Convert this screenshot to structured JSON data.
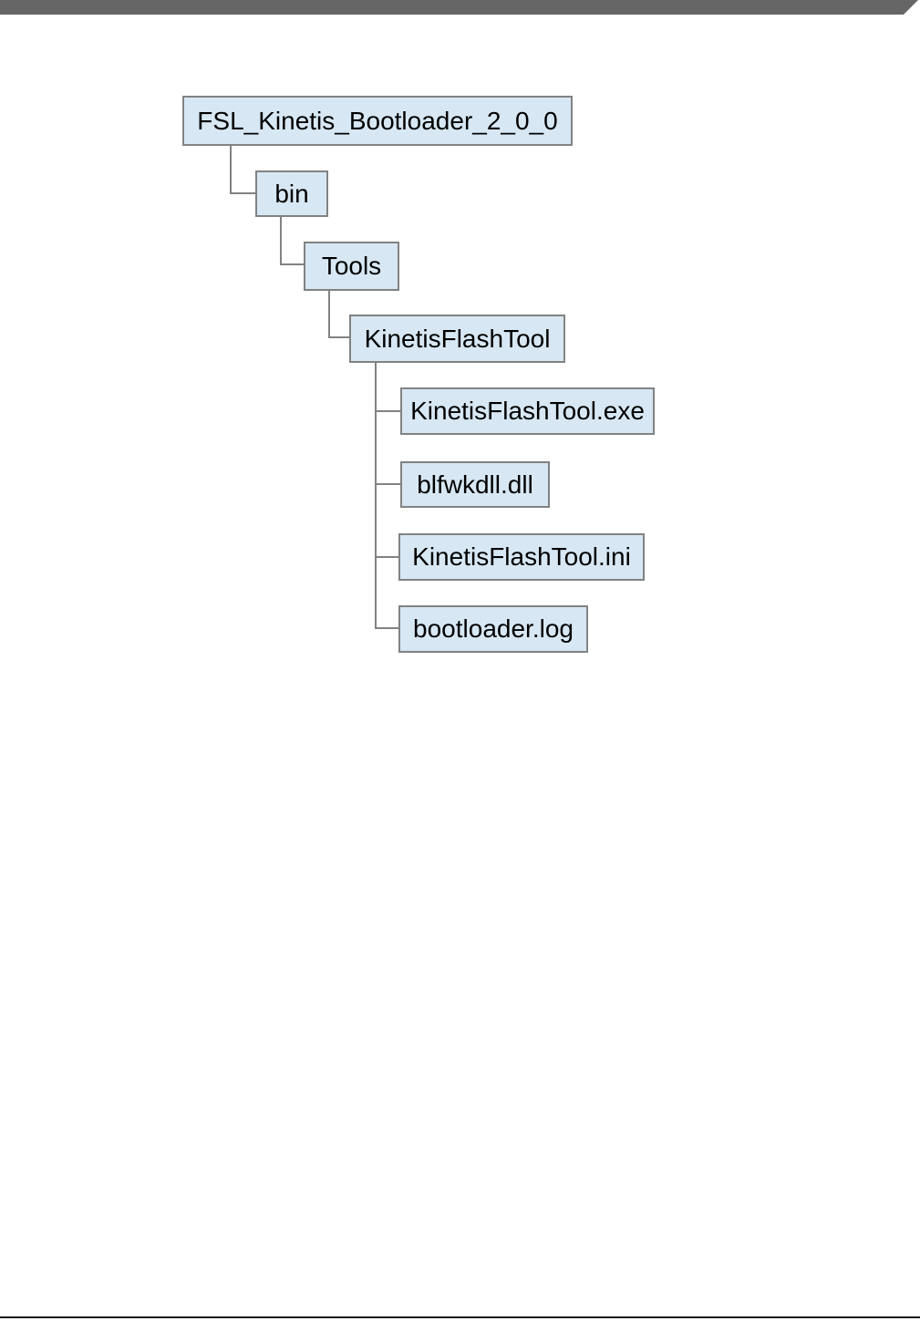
{
  "document": {
    "header_bar_color": "#666666",
    "footer_rule_color": "#1a1a1a",
    "background_color": "#ffffff"
  },
  "diagram": {
    "type": "folder-tree",
    "box_fill_color": "#d7e8f4",
    "box_border_color": "#828282",
    "connector_color": "#828282",
    "text_color": "#000000"
  },
  "tree": {
    "nodes": [
      {
        "label": "FSL_Kinetis_Bootloader_2_0_0",
        "depth": 0,
        "parent": null
      },
      {
        "label": "bin",
        "depth": 1,
        "parent": "FSL_Kinetis_Bootloader_2_0_0"
      },
      {
        "label": "Tools",
        "depth": 2,
        "parent": "bin"
      },
      {
        "label": "KinetisFlashTool",
        "depth": 3,
        "parent": "Tools"
      },
      {
        "label": "KinetisFlashTool.exe",
        "depth": 4,
        "parent": "KinetisFlashTool"
      },
      {
        "label": "blfwkdll.dll",
        "depth": 4,
        "parent": "KinetisFlashTool"
      },
      {
        "label": "KinetisFlashTool.ini",
        "depth": 4,
        "parent": "KinetisFlashTool"
      },
      {
        "label": "bootloader.log",
        "depth": 4,
        "parent": "KinetisFlashTool"
      }
    ]
  }
}
